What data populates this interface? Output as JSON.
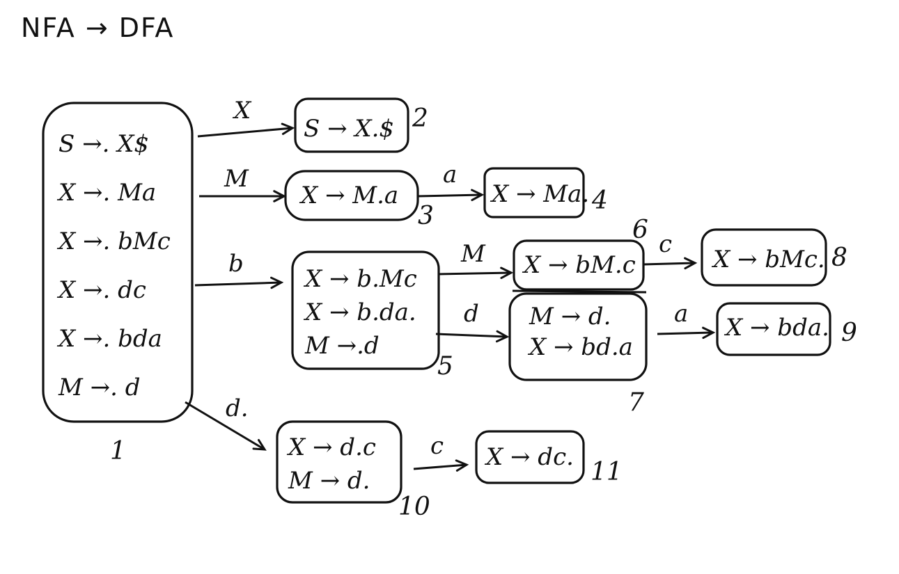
{
  "title": "NFA → DFA",
  "states": [
    {
      "id": "1",
      "number": "1",
      "items": [
        "S →. X$",
        "X →. Ma",
        "X →. bMc",
        "X →. dc",
        "X →. bda",
        "M →. d"
      ]
    },
    {
      "id": "2",
      "number": "2",
      "items": [
        "S → X.$"
      ]
    },
    {
      "id": "3",
      "number": "3",
      "items": [
        "X → M.a"
      ]
    },
    {
      "id": "4",
      "number": "4",
      "items": [
        "X → Ma."
      ]
    },
    {
      "id": "5",
      "number": "5",
      "items": [
        "X → b.Mc",
        "X → b.da.",
        "M →.d"
      ]
    },
    {
      "id": "6",
      "number": "6",
      "items": [
        "X → bM.c"
      ]
    },
    {
      "id": "7",
      "number": "7",
      "items": [
        "M → d.",
        "X → bd.a"
      ]
    },
    {
      "id": "8",
      "number": "8",
      "items": [
        "X → bMc."
      ]
    },
    {
      "id": "9",
      "number": "9",
      "items": [
        "X → bda."
      ]
    },
    {
      "id": "10",
      "number": "10",
      "items": [
        "X → d.c",
        "M → d."
      ]
    },
    {
      "id": "11",
      "number": "11",
      "items": [
        "X → dc."
      ]
    }
  ],
  "transitions": [
    {
      "from": "1",
      "to": "2",
      "symbol": "X"
    },
    {
      "from": "1",
      "to": "3",
      "symbol": "M"
    },
    {
      "from": "3",
      "to": "4",
      "symbol": "a"
    },
    {
      "from": "1",
      "to": "5",
      "symbol": "b"
    },
    {
      "from": "5",
      "to": "6",
      "symbol": "M"
    },
    {
      "from": "5",
      "to": "7",
      "symbol": "d"
    },
    {
      "from": "6",
      "to": "8",
      "symbol": "c"
    },
    {
      "from": "7",
      "to": "9",
      "symbol": "a"
    },
    {
      "from": "1",
      "to": "10",
      "symbol": "d."
    },
    {
      "from": "10",
      "to": "11",
      "symbol": "c"
    }
  ]
}
